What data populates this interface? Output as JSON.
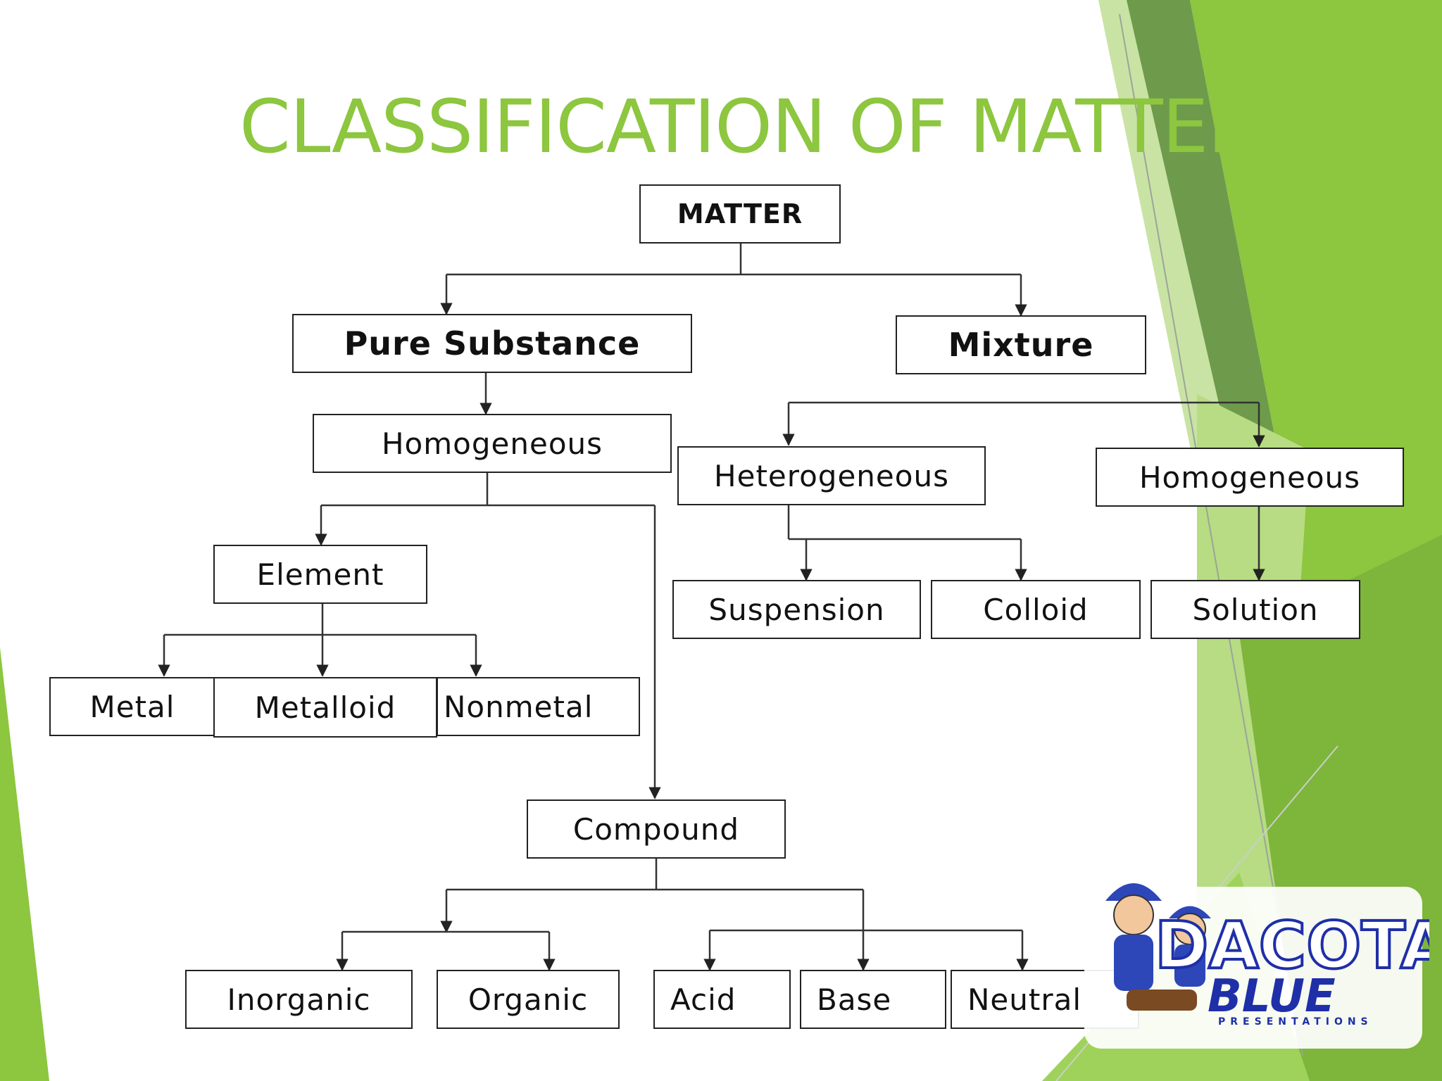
{
  "slide": {
    "title": "CLASSIFICATION OF MATTER",
    "accent_color": "#8dc63f",
    "dark_accent_color": "#6a9a4a"
  },
  "tree": {
    "matter": "MATTER",
    "pure_substance": "Pure Substance",
    "mixture": "Mixture",
    "pure_homogeneous": "Homogeneous",
    "heterogeneous": "Heterogeneous",
    "mixture_homogeneous": "Homogeneous",
    "element": "Element",
    "metal": "Metal",
    "metalloid": "Metalloid",
    "nonmetal": "Nonmetal",
    "suspension": "Suspension",
    "colloid": "Colloid",
    "solution": "Solution",
    "compound": "Compound",
    "inorganic": "Inorganic",
    "organic": "Organic",
    "acid": "Acid",
    "base": "Base",
    "neutral": "Neutral"
  },
  "logo": {
    "name_top": "DACOTA",
    "name_bottom": "BLUE",
    "tagline": "PRESENTATIONS",
    "color": "#1f2fa8"
  }
}
